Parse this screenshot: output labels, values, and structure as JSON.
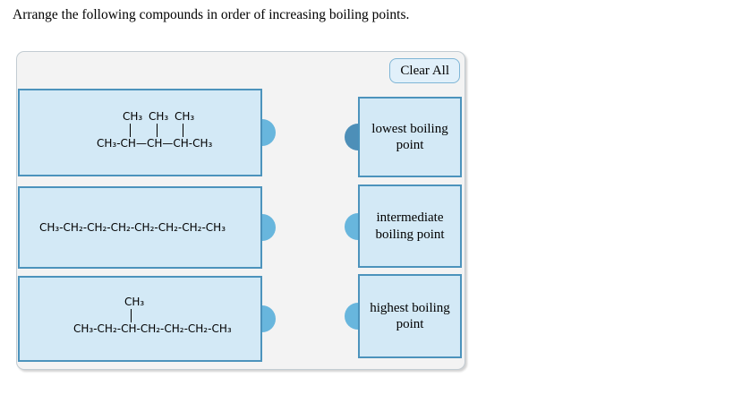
{
  "question": {
    "prompt": "Arrange the following compounds in order of increasing boiling points."
  },
  "panel": {
    "clear_all_label": "Clear All",
    "compounds": [
      {
        "top_groups": [
          "CH₃",
          "CH₃",
          "CH₃"
        ],
        "backbone": "CH₃-CH—CH—CH-CH₃"
      },
      {
        "top_groups": [],
        "backbone": "CH₃-CH₂-CH₂-CH₂-CH₂-CH₂-CH₂-CH₃"
      },
      {
        "top_groups": [
          "CH₃"
        ],
        "backbone": "CH₃-CH₂-CH-CH₂-CH₂-CH₂-CH₃"
      }
    ],
    "targets": [
      {
        "label": "lowest boiling point"
      },
      {
        "label": "intermediate boiling point"
      },
      {
        "label": "highest boiling point"
      }
    ]
  },
  "colors": {
    "page-bg": "#ffffff",
    "panel-bg": "#f3f3f3",
    "panel-border": "#c3ccd2",
    "card-bg": "#d3e9f6",
    "card-border": "#4c93bc",
    "connector": "#68b6dd",
    "connector-dark": "#4d8fb8",
    "button-bg": "#e1f0fa",
    "button-border": "#7fb5d6",
    "text": "#000000"
  }
}
